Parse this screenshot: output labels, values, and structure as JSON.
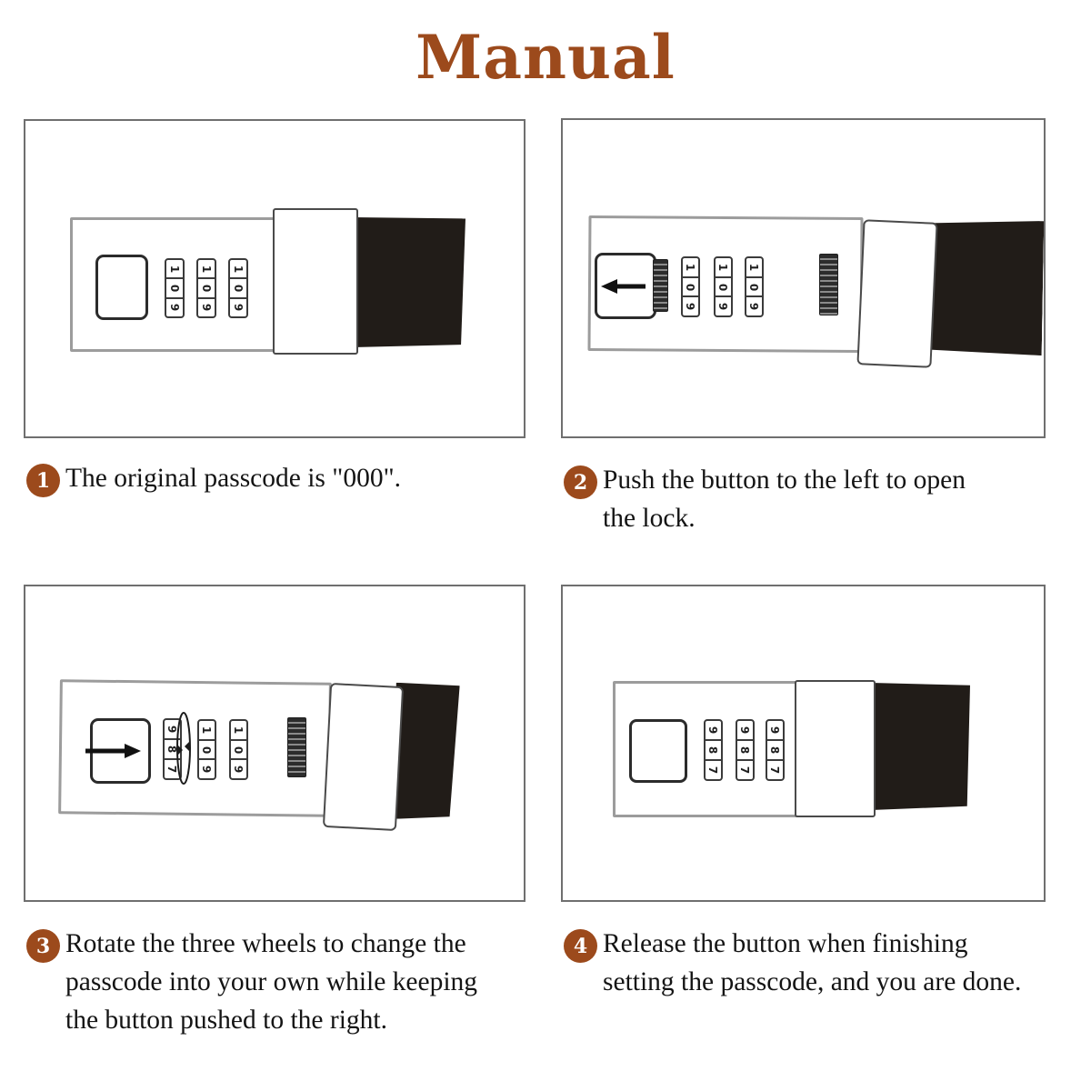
{
  "title": "Manual",
  "colors": {
    "accent": "#9c4a1c",
    "strap": "#211c18",
    "outline": "#9c9c9c",
    "text": "#141414"
  },
  "steps": [
    {
      "num": "1",
      "lines": [
        "The original passcode is \"000\"."
      ]
    },
    {
      "num": "2",
      "lines": [
        "Push the button to the left to open",
        "the lock."
      ]
    },
    {
      "num": "3",
      "lines": [
        "Rotate the three wheels to change the",
        "passcode into your own while keeping",
        "the button pushed to the right."
      ]
    },
    {
      "num": "4",
      "lines": [
        "Release the button when finishing",
        "setting the passcode, and you are done."
      ]
    }
  ],
  "panels": [
    {
      "wheels": [
        [
          "1",
          "0",
          "9"
        ],
        [
          "1",
          "0",
          "9"
        ],
        [
          "1",
          "0",
          "9"
        ]
      ]
    },
    {
      "wheels": [
        [
          "1",
          "0",
          "9"
        ],
        [
          "1",
          "0",
          "9"
        ],
        [
          "1",
          "0",
          "9"
        ]
      ]
    },
    {
      "wheels": [
        [
          "9",
          "8",
          "7"
        ],
        [
          "1",
          "0",
          "9"
        ],
        [
          "1",
          "0",
          "9"
        ]
      ]
    },
    {
      "wheels": [
        [
          "9",
          "8",
          "7"
        ],
        [
          "9",
          "8",
          "7"
        ],
        [
          "9",
          "8",
          "7"
        ]
      ]
    }
  ]
}
